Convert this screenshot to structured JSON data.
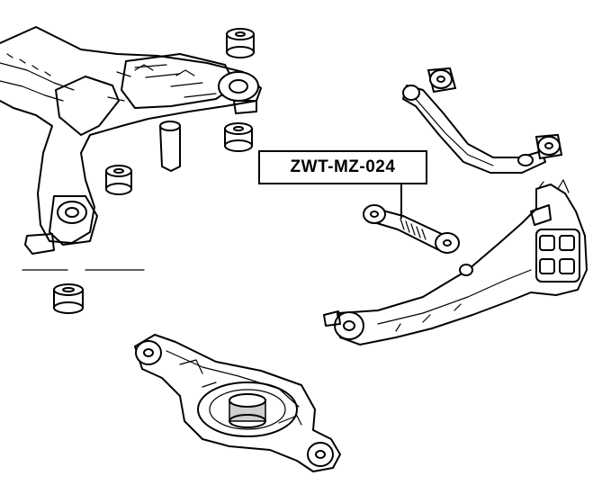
{
  "callout": {
    "part_number": "ZWT-MZ-024"
  },
  "components": [
    {
      "name": "rear-subframe-crossmember"
    },
    {
      "name": "upper-control-arm"
    },
    {
      "name": "lateral-link"
    },
    {
      "name": "trailing-knuckle"
    },
    {
      "name": "lower-control-arm"
    }
  ]
}
